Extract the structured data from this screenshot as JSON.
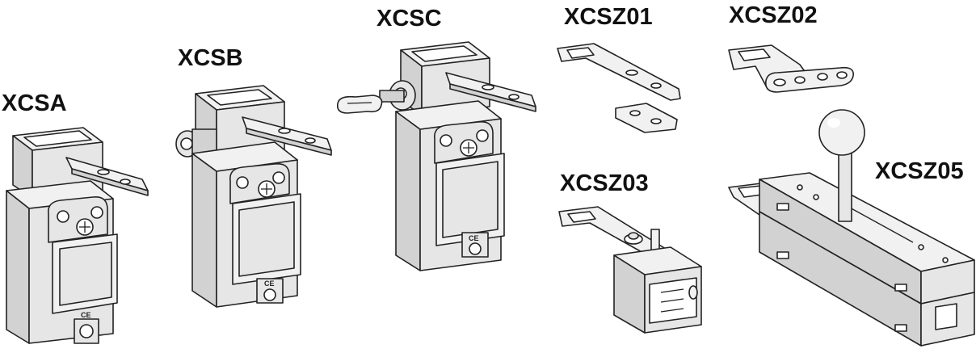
{
  "labels": {
    "xcsa": "XCSA",
    "xcsb": "XCSB",
    "xcsc": "XCSC",
    "xcsz01": "XCSZ01",
    "xcsz02": "XCSZ02",
    "xcsz03": "XCSZ03",
    "xcsz05": "XCSZ05"
  },
  "marking": "CE"
}
